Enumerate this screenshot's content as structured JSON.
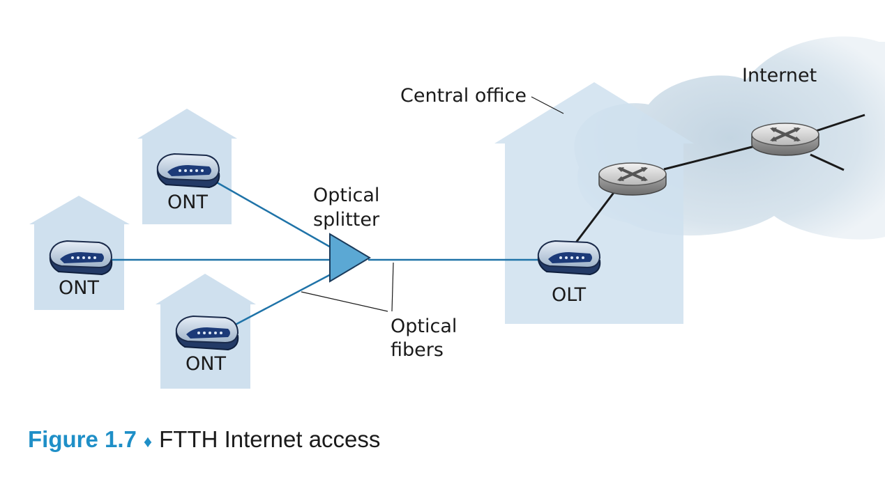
{
  "labels": {
    "internet": "Internet",
    "central_office": "Central office",
    "optical_splitter_line1": "Optical",
    "optical_splitter_line2": "splitter",
    "optical_fibers_line1": "Optical",
    "optical_fibers_line2": "fibers",
    "ont_top": "ONT",
    "ont_left": "ONT",
    "ont_bottom": "ONT",
    "olt": "OLT"
  },
  "caption": {
    "figure_label": "Figure 1.7",
    "separator": "♦",
    "text": "FTTH Internet access"
  },
  "colors": {
    "house": "#cfe0ee",
    "fiber": "#1f73a8",
    "splitter": "#5ba8d4",
    "link": "#1a1a1a",
    "accent": "#1f8fc7"
  }
}
